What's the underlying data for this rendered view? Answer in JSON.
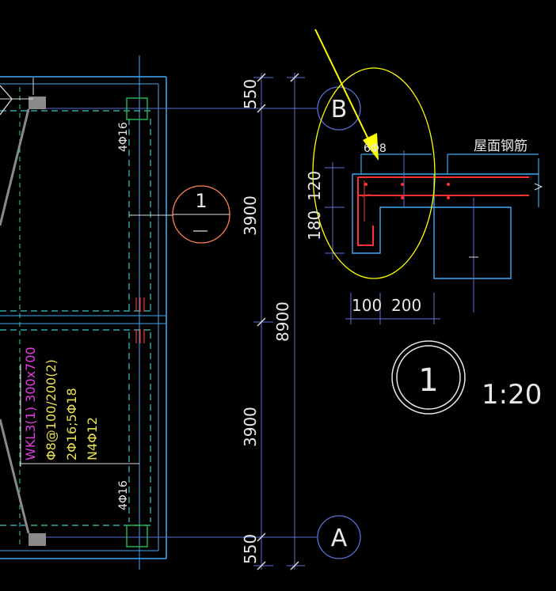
{
  "axes": {
    "top": "B",
    "bottom": "A"
  },
  "dimensions": {
    "top_end": "550",
    "upper_span": "3900",
    "total": "8900",
    "lower_span": "3900",
    "bottom_end": "550"
  },
  "section": {
    "marker_number": "1",
    "scale": "1:20",
    "slab_rebar_label": "屋面钢筋",
    "bar_label": "6Φ8",
    "height_top": "120",
    "height_bottom": "180",
    "width_left": "100",
    "width_right": "200"
  },
  "beam": {
    "name": "WKL3(1) 300x700",
    "stirrup": "Φ8@100/200(2)",
    "top_bar": "2Φ16;5Φ18",
    "side_bar": "N4Φ12"
  },
  "bar_tags": {
    "upper": "4Φ16",
    "lower": "4Φ16"
  },
  "colors": {
    "wall": "#3fa9f5",
    "dashed": "#39c6c6",
    "column": "#23b14d",
    "rebar": "#ff3030",
    "highlight": "#ffff00",
    "beam_text": "#e03ce0",
    "text": "#e8e8e8",
    "section_circle": "#ff7f50"
  }
}
